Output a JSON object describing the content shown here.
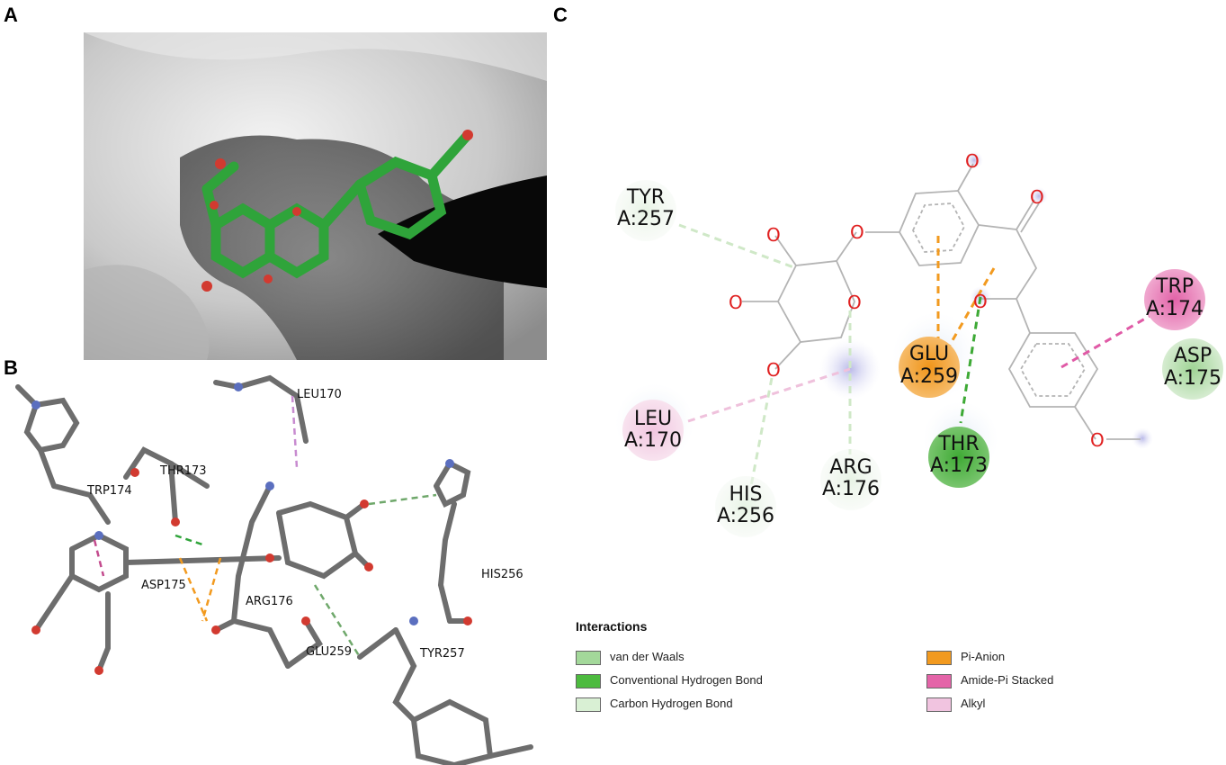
{
  "panels": {
    "a": "A",
    "b": "B",
    "c": "C"
  },
  "panel_b": {
    "labels": [
      "LEU170",
      "THR173",
      "TRP174",
      "ASP175",
      "ARG176",
      "GLU259",
      "HIS256",
      "TYR257"
    ]
  },
  "panel_c": {
    "residues": [
      {
        "line1": "TYR",
        "line2": "A:257",
        "type": "carbon-h"
      },
      {
        "line1": "TRP",
        "line2": "A:174",
        "type": "amide-pi"
      },
      {
        "line1": "ASP",
        "line2": "A:175",
        "type": "vdw"
      },
      {
        "line1": "GLU",
        "line2": "A:259",
        "type": "pi-anion"
      },
      {
        "line1": "LEU",
        "line2": "A:170",
        "type": "alkyl"
      },
      {
        "line1": "THR",
        "line2": "A:173",
        "type": "conv-h"
      },
      {
        "line1": "ARG",
        "line2": "A:176",
        "type": "carbon-h"
      },
      {
        "line1": "HIS",
        "line2": "A:256",
        "type": "carbon-h"
      }
    ],
    "atom_label": "O"
  },
  "legend": {
    "title": "Interactions",
    "items": [
      {
        "label": "van der Waals",
        "color": "#a3d89a"
      },
      {
        "label": "Conventional Hydrogen Bond",
        "color": "#4dbb3f"
      },
      {
        "label": "Carbon Hydrogen Bond",
        "color": "#d9f0d4"
      },
      {
        "label": "Pi-Anion",
        "color": "#f29a1f"
      },
      {
        "label": "Amide-Pi Stacked",
        "color": "#e464a8"
      },
      {
        "label": "Alkyl",
        "color": "#f1c4e0"
      }
    ]
  }
}
